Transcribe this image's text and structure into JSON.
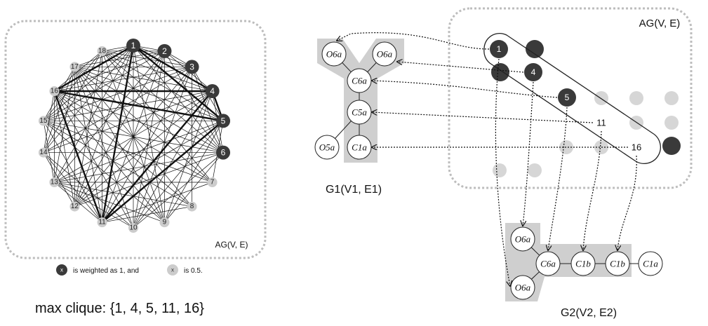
{
  "left_panel": {
    "title": "AG(V, E)",
    "dark_nodes": [
      "1",
      "2",
      "3",
      "4",
      "5",
      "6"
    ],
    "light_nodes": [
      "7",
      "8",
      "9",
      "10",
      "11",
      "12",
      "13",
      "14",
      "15",
      "16",
      "17",
      "18"
    ],
    "legend_marker": "x",
    "legend_dark_text": "is weighted as 1, and",
    "legend_light_text": "is 0.5.",
    "result_text": "max clique: {1, 4, 5, 11, 16}"
  },
  "right_panel": {
    "ag_title": "AG(V, E)",
    "ag_nodes": [
      "1",
      "4",
      "5",
      "11",
      "16"
    ],
    "g1_title": "G1(V1, E1)",
    "g1_atoms": [
      "O6a",
      "O6a",
      "C6a",
      "C5a",
      "O5a",
      "C1a"
    ],
    "g2_title": "G2(V2, E2)",
    "g2_atoms": [
      "O6a",
      "C6a",
      "C1b",
      "C1b",
      "C1a",
      "O6a"
    ]
  },
  "colors": {
    "dark": "#3a3a3a",
    "light": "#cccccc",
    "shade": "#cfcfcf"
  }
}
